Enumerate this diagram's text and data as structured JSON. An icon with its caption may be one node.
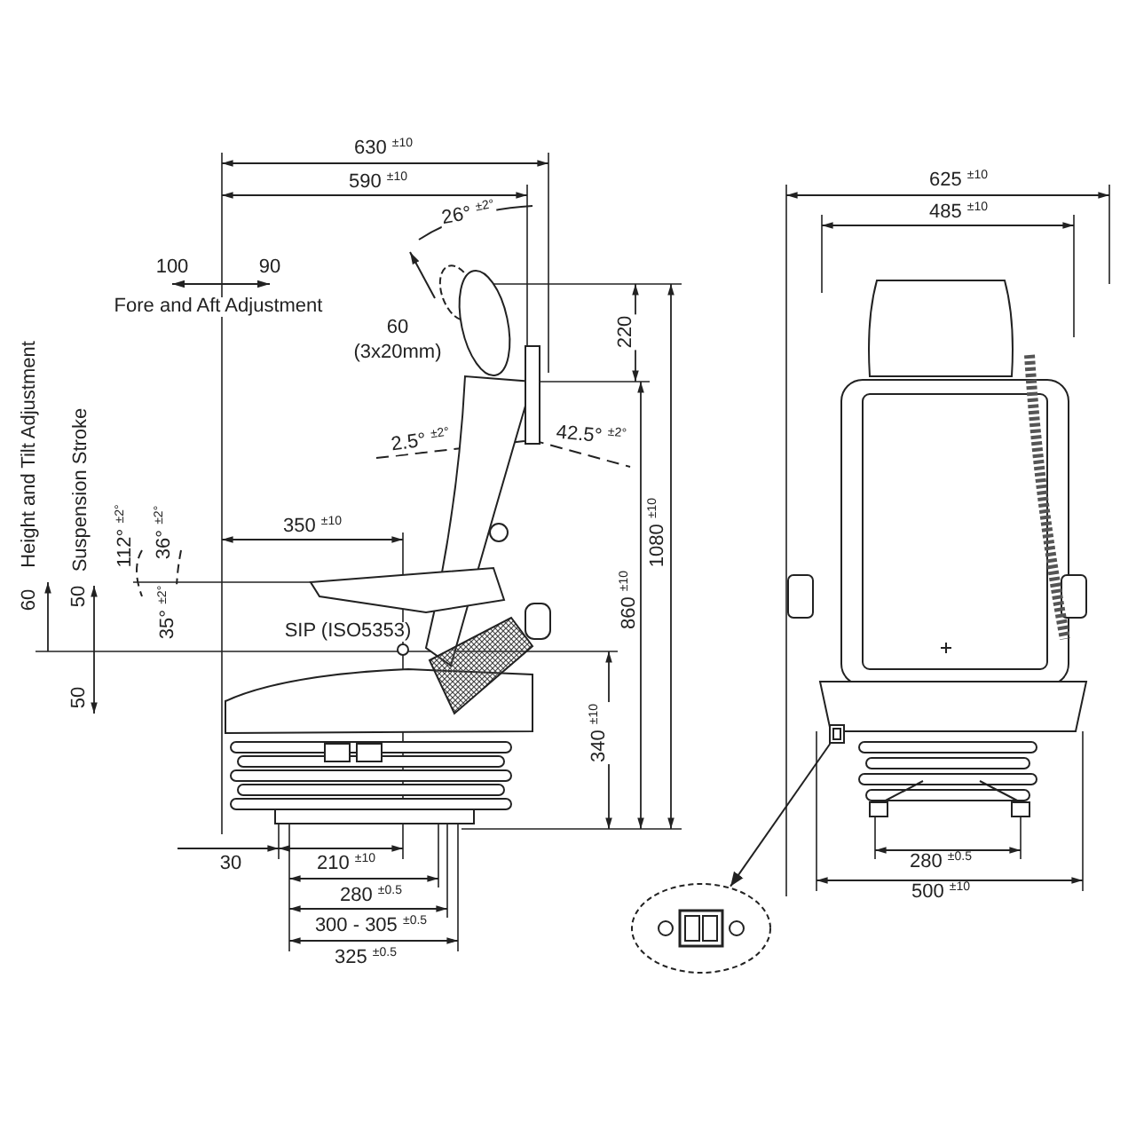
{
  "diagram": {
    "nodes": [
      {
        "text": [],
        "shape": "picture"
      },
      {
        "text": [],
        "shape": "picture"
      }
    ],
    "edges": [
      {
        "from": 0,
        "to": 1,
        "arrow": "to"
      }
    ],
    "labels": [
      "630 $^{±10}$",
      "590 $^{±10}$",
      "625 $^{±10}$",
      "485 $^{±10}$",
      "26° $^{±2°}$",
      "100",
      "90",
      "Fore and Aft Adjustment",
      "60",
      "(3x20mm)",
      "220",
      "2.5° $^{±2°}$",
      "42.5° $^{±2°}$",
      "Height and Tilt Adjustment",
      "Suspension Stroke",
      "112° $^{±2°}$",
      "36° $^{±2°}$",
      "350 $^{±10}$",
      "1080 $^{±10}$",
      "60",
      "50",
      "35° $^{±2°}$",
      "SIP (ISO5353)",
      "860 $^{±10}$",
      "50",
      "340 $^{±10}$",
      "30",
      "210 $^{±10}$",
      "280 $^{±0.5}$",
      "280 $^{±0.5}$",
      "300 - 305 $^{±0.5}$",
      "500 $^{±10}$",
      "325 $^{±0.5}$"
    ]
  }
}
